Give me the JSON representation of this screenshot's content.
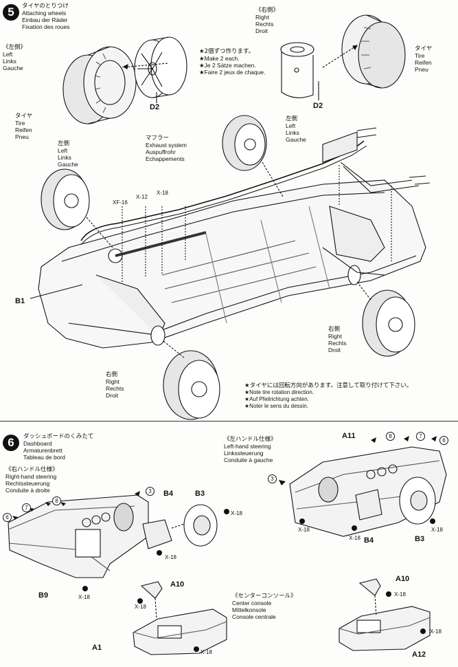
{
  "step5": {
    "number": "5",
    "title_jp": "タイヤのとりつけ",
    "title_en": "Attaching wheels",
    "title_de": "Einbau der Räder",
    "title_fr": "Fixation des roues",
    "left_side": {
      "jp": "《左側》",
      "en": "Left",
      "de": "Links",
      "fr": "Gauche"
    },
    "right_side": {
      "jp": "《右側》",
      "en": "Right",
      "de": "Rechts",
      "fr": "Droit"
    },
    "make2": {
      "jp": "★2個ずつ作ります。",
      "en": "★Make 2 each.",
      "de": "★Je 2 Sätze machen.",
      "fr": "★Faire 2 jeux de chaque."
    },
    "tire_left": {
      "jp": "タイヤ",
      "en": "Tire",
      "de": "Reifen",
      "fr": "Pneu"
    },
    "tire_right": {
      "jp": "タイヤ",
      "en": "Tire",
      "de": "Reifen",
      "fr": "Pneu"
    },
    "d2_left": "D2",
    "d2_right": "D2",
    "muffler": {
      "jp": "マフラー",
      "en": "Exhaust system",
      "de": "Auspuffrohr",
      "fr": "Echappements"
    },
    "left_a": {
      "jp": "左側",
      "en": "Left",
      "de": "Links",
      "fr": "Gauche"
    },
    "left_b": {
      "jp": "左側",
      "en": "Left",
      "de": "Links",
      "fr": "Gauche"
    },
    "right_a": {
      "jp": "右側",
      "en": "Right",
      "de": "Rechts",
      "fr": "Droit"
    },
    "right_b": {
      "jp": "右側",
      "en": "Right",
      "de": "Rechts",
      "fr": "Droit"
    },
    "xf16": "XF-16",
    "x12": "X-12",
    "x18": "X-18",
    "b1": "B1",
    "rotation": {
      "jp": "★タイヤには回転方向があります。注意して取り付けて下さい。",
      "en": "★Note tire rotation direction.",
      "de": "★Auf Pfeilrichtung achten.",
      "fr": "★Noter le sens du dessin."
    }
  },
  "step6": {
    "number": "6",
    "title_jp": "ダッシュボードのくみたて",
    "title_en": "Dashboard",
    "title_de": "Armaturenbrett",
    "title_fr": "Tableau de bord",
    "rhd": {
      "jp": "《右ハンドル仕様》",
      "en": "Right-hand steering",
      "de": "Rechtssteuerung",
      "fr": "Conduite à droite"
    },
    "lhd": {
      "jp": "《左ハンドル仕様》",
      "en": "Left-hand steering",
      "de": "Linkssteuerung",
      "fr": "Conduite à gauche"
    },
    "console": {
      "jp": "《センターコンソール》",
      "en": "Center console",
      "de": "Mittelkonsole",
      "fr": "Console centrale"
    },
    "parts": {
      "a11": "A11",
      "b4l": "B4",
      "b3l": "B3",
      "b4r": "B4",
      "b3r": "B3",
      "b9": "B9",
      "a10l": "A10",
      "a10r": "A10",
      "a1": "A1",
      "a12": "A12"
    },
    "circles": {
      "c3": "3",
      "c6": "6",
      "c7": "7",
      "c8": "8"
    },
    "x18": "X-18"
  }
}
